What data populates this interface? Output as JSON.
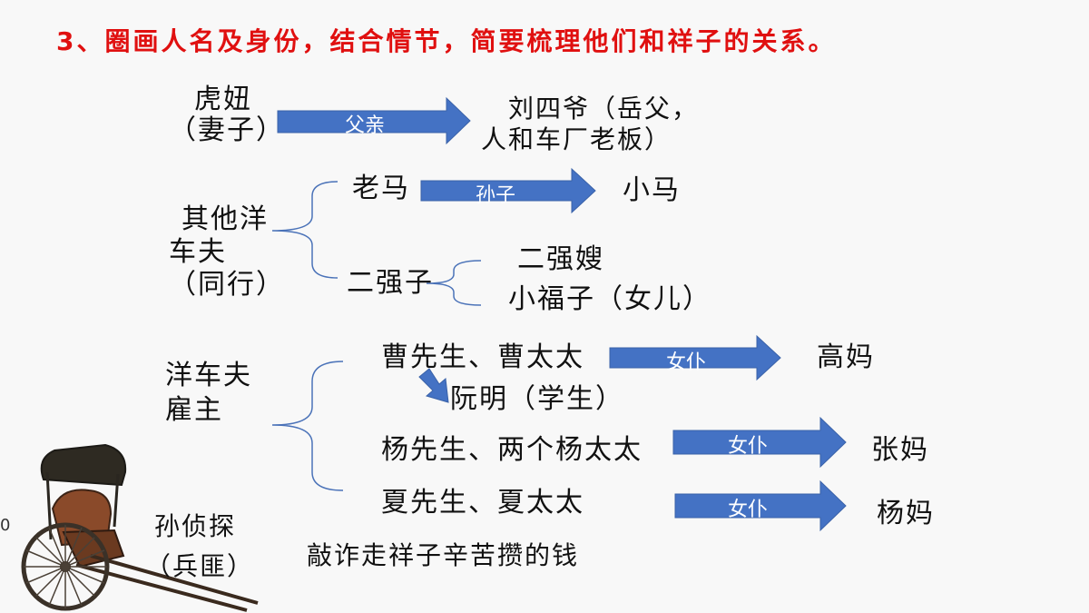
{
  "title": "3、圈画人名及身份，结合情节，简要梳理他们和祥子的关系。",
  "page_number": "0",
  "nodes": {
    "huniu": "虎妞",
    "huniu_role": "（妻子）",
    "liusiye_line1": "刘四爷（岳父，",
    "liusiye_line2": "人和车厂老板）",
    "others_line1": "其他洋",
    "others_line2": "车夫",
    "others_line3": "（同行）",
    "laoma": "老马",
    "xiaoma": "小马",
    "erqiangzi": "二强子",
    "erqiangsao": "二强嫂",
    "xiaofuzi": "小福子（女儿）",
    "employers_line1": "洋车夫",
    "employers_line2": "雇主",
    "cao": "曹先生、曹太太",
    "ruanming": "阮明（学生）",
    "gaoma": "高妈",
    "yang": "杨先生、两个杨太太",
    "zhangma": "张妈",
    "xia": "夏先生、夏太太",
    "yangma": "杨妈",
    "sun_line1": "孙侦探",
    "sun_line2": "（兵匪）",
    "sun_note": "敲诈走祥子辛苦攒的钱"
  },
  "arrows": {
    "father": "父亲",
    "grandson": "孙子",
    "maid1": "女仆",
    "maid2": "女仆",
    "maid3": "女仆"
  },
  "colors": {
    "title": "#e01010",
    "arrow_fill": "#4472c4",
    "bracket": "#4a72b8"
  }
}
